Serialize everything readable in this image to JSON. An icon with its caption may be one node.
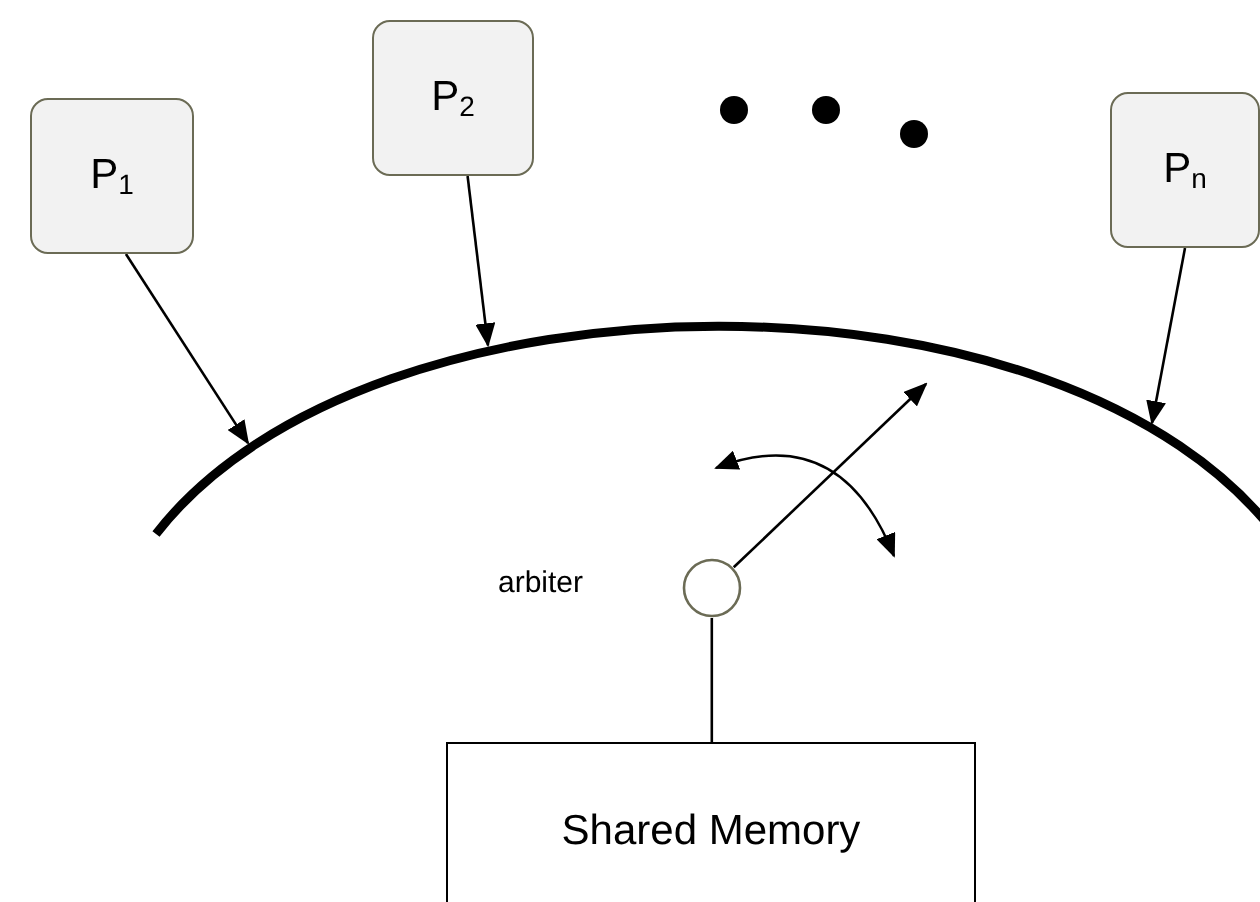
{
  "diagram": {
    "nodes": [
      {
        "text": [
          "P$_{1}$"
        ]
      },
      {
        "text": [
          "P$_{2}$"
        ]
      },
      {
        "text": [
          "P$_{n}$"
        ]
      },
      {
        "text": [],
        "shape": "arc"
      },
      {
        "text": [],
        "shape": "circle"
      },
      {
        "text": [
          "Shared Memory"
        ]
      }
    ],
    "edges": [
      {
        "from": 0,
        "to": 3,
        "arrow": "to"
      },
      {
        "from": 1,
        "to": 3,
        "arrow": "to"
      },
      {
        "from": 2,
        "to": 3,
        "arrow": "to"
      },
      {
        "from": 4,
        "to": 3,
        "arrow": "to"
      },
      {
        "from": 4,
        "to": 5,
        "arrow": "none"
      }
    ],
    "labels": [
      "arbiter"
    ]
  }
}
